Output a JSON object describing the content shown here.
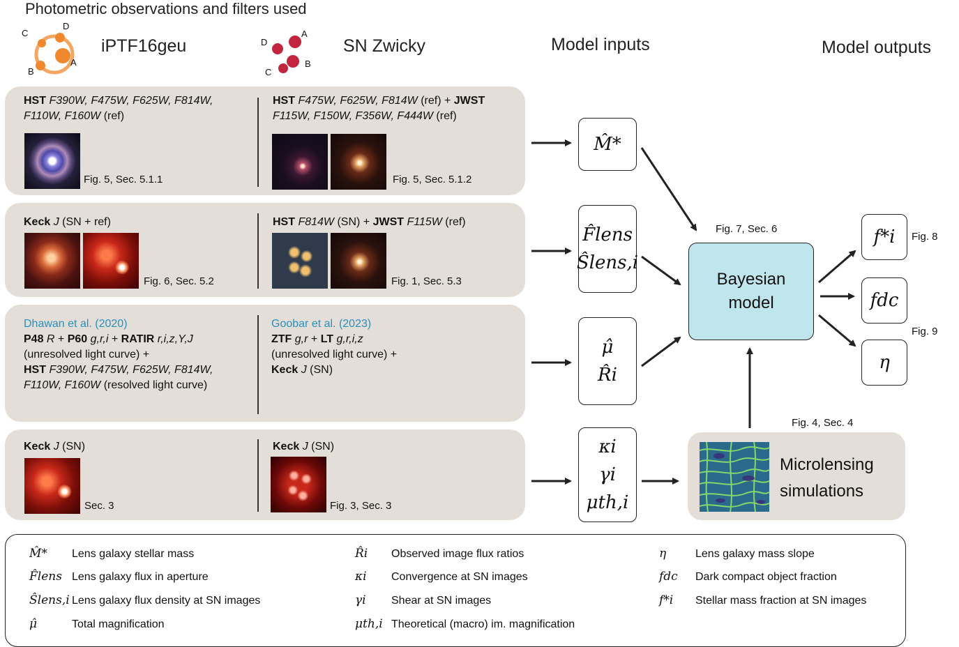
{
  "title": "Photometric observations and filters used",
  "columns": {
    "left": "iPTF16geu",
    "right": "SN Zwicky",
    "inputs": "Model inputs",
    "outputs": "Model outputs"
  },
  "logo_letters": {
    "left": [
      "C",
      "D",
      "A",
      "B"
    ],
    "right": [
      "D",
      "A",
      "B",
      "C"
    ]
  },
  "colors": {
    "left_logo": "#f0882e",
    "right_logo": "#c22540",
    "panel_bg": "#e3ded7",
    "bayes_bg": "#bfe6ec",
    "link": "#2a8fbd"
  },
  "rows": [
    {
      "left": {
        "line1": [
          "HST",
          " F390W, F475W, F625W, F814W,"
        ],
        "line2": [
          "F110W, F160W",
          " (ref)"
        ],
        "caption": "Fig. 5, Sec. 5.1.1"
      },
      "right": {
        "line1": [
          "HST",
          " F475W, F625W, F814W",
          " (ref) + ",
          "JWST"
        ],
        "line2": [
          "F115W, F150W, F356W, F444W",
          " (ref)"
        ],
        "caption": "Fig. 5, Sec. 5.1.2"
      }
    },
    {
      "left": {
        "line1": [
          "Keck",
          " J",
          " (SN + ref)"
        ],
        "caption": "Fig. 6, Sec. 5.2"
      },
      "right": {
        "line1": [
          "HST",
          " F814W",
          " (SN) + ",
          "JWST",
          " F115W",
          " (ref)"
        ],
        "caption": "Fig. 1, Sec. 5.3"
      }
    },
    {
      "left": {
        "link": "Dhawan et al. (2020)",
        "line1": [
          "P48",
          " R",
          " + ",
          "P60",
          " g,r,i",
          " + ",
          "RATIR",
          " r,i,z,Y,J"
        ],
        "line2": "(unresolved light curve) +",
        "line3": [
          "HST",
          " F390W, F475W, F625W, F814W,"
        ],
        "line4": [
          "F110W, F160W",
          " (resolved light curve)"
        ]
      },
      "right": {
        "link": "Goobar et al. (2023)",
        "line1": [
          "ZTF",
          " g,r",
          " + ",
          "LT",
          " g,r,i,z"
        ],
        "line2": "(unresolved light curve) +",
        "line3": [
          "Keck",
          " J",
          " (SN)"
        ]
      }
    },
    {
      "left": {
        "line1": [
          "Keck",
          " J",
          " (SN)"
        ],
        "caption": "Sec. 3"
      },
      "right": {
        "line1": [
          "Keck",
          " J",
          " (SN)"
        ],
        "caption": "Fig. 3, Sec. 3"
      }
    }
  ],
  "inputs": {
    "mstar": [
      "M̂*"
    ],
    "flux": [
      "F̂lens",
      "Ŝlens,i"
    ],
    "mag": [
      "μ̂",
      "R̂i"
    ],
    "micro": [
      "κi",
      "γi",
      "μth,i"
    ]
  },
  "model": {
    "caption": "Fig. 7, Sec. 6",
    "label_line1": "Bayesian",
    "label_line2": "model"
  },
  "microlensing": {
    "caption": "Fig. 4, Sec. 4",
    "label_line1": "Microlensing",
    "label_line2": "simulations"
  },
  "outputs": {
    "fstar": "f*i",
    "fdc": "fdc",
    "eta": "η",
    "fig8": "Fig. 8",
    "fig9": "Fig. 9"
  },
  "legend": [
    {
      "sym": "M̂*",
      "text": "Lens galaxy stellar mass"
    },
    {
      "sym": "F̂lens",
      "text": "Lens galaxy flux in aperture"
    },
    {
      "sym": "Ŝlens,i",
      "text": "Lens galaxy flux density at SN images"
    },
    {
      "sym": "μ̂",
      "text": "Total magnification"
    },
    {
      "sym": "R̂i",
      "text": "Observed image flux ratios"
    },
    {
      "sym": "κi",
      "text": "Convergence at SN images"
    },
    {
      "sym": "γi",
      "text": "Shear at SN images"
    },
    {
      "sym": "μth,i",
      "text": "Theoretical (macro) im. magnification"
    },
    {
      "sym": "η",
      "text": "Lens galaxy mass slope"
    },
    {
      "sym": "fdc",
      "text": "Dark compact object fraction"
    },
    {
      "sym": "f*i",
      "text": "Stellar mass fraction at SN images"
    }
  ]
}
